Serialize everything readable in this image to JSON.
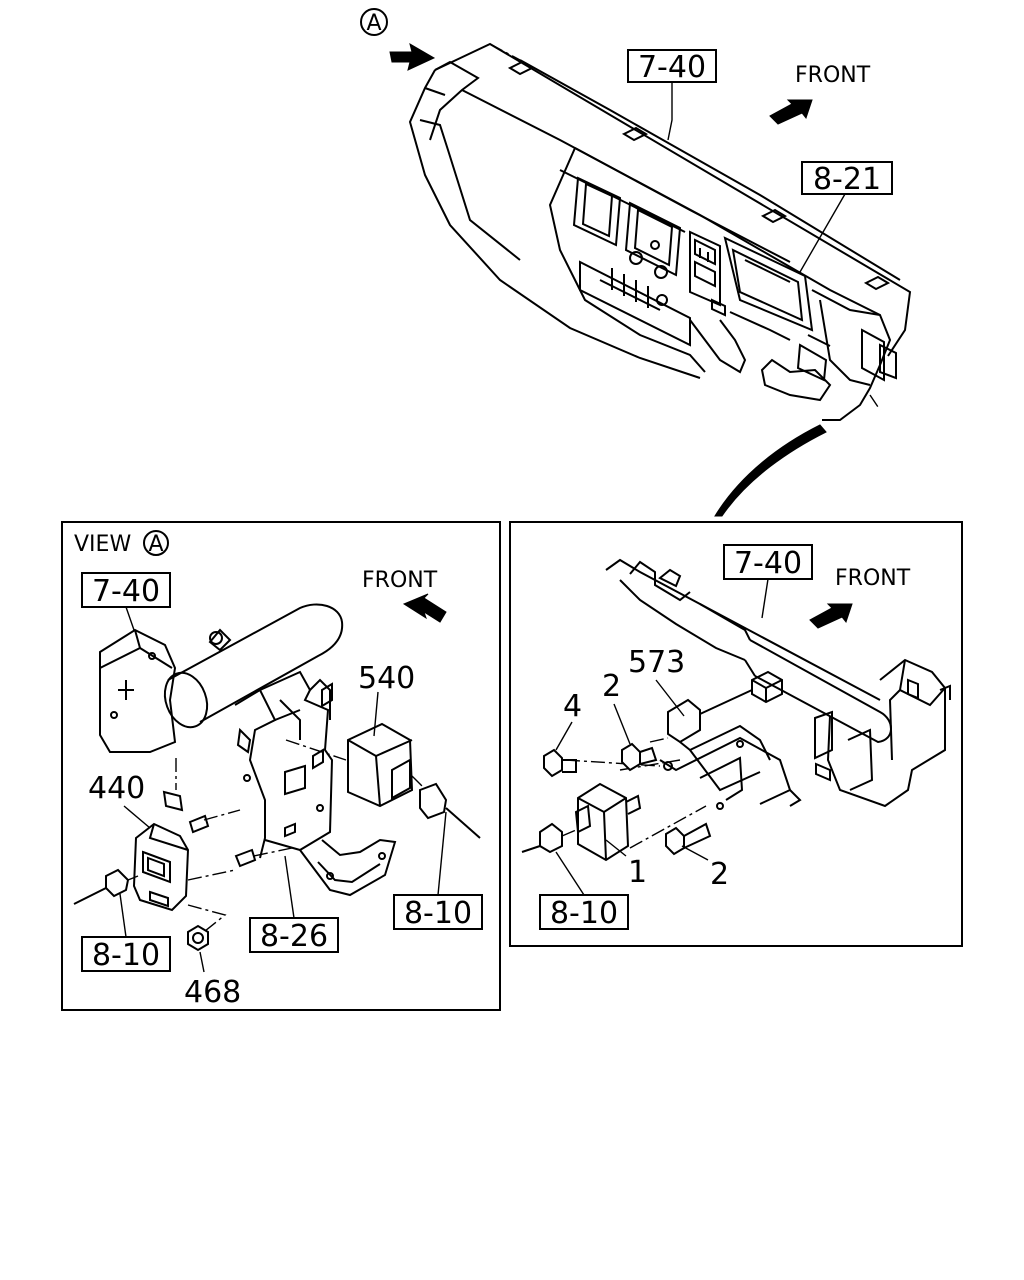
{
  "top": {
    "view_marker": "A",
    "front_label": "FRONT",
    "ref_panel": "7-40",
    "ref_cluster": "8-21"
  },
  "left_panel": {
    "view_title": "VIEW",
    "view_marker": "A",
    "front_label": "FRONT",
    "ref_panel": "7-40",
    "part_relay": "540",
    "part_unit": "440",
    "part_nut": "468",
    "ref_harness_left": "8-10",
    "ref_bracket": "8-26",
    "ref_harness_right": "8-10"
  },
  "right_panel": {
    "front_label": "FRONT",
    "ref_panel": "7-40",
    "part_bracket": "573",
    "part_bolt_upper": "2",
    "part_bolt_lower": "2",
    "part_screw": "4",
    "part_relay": "1",
    "ref_harness": "8-10"
  }
}
